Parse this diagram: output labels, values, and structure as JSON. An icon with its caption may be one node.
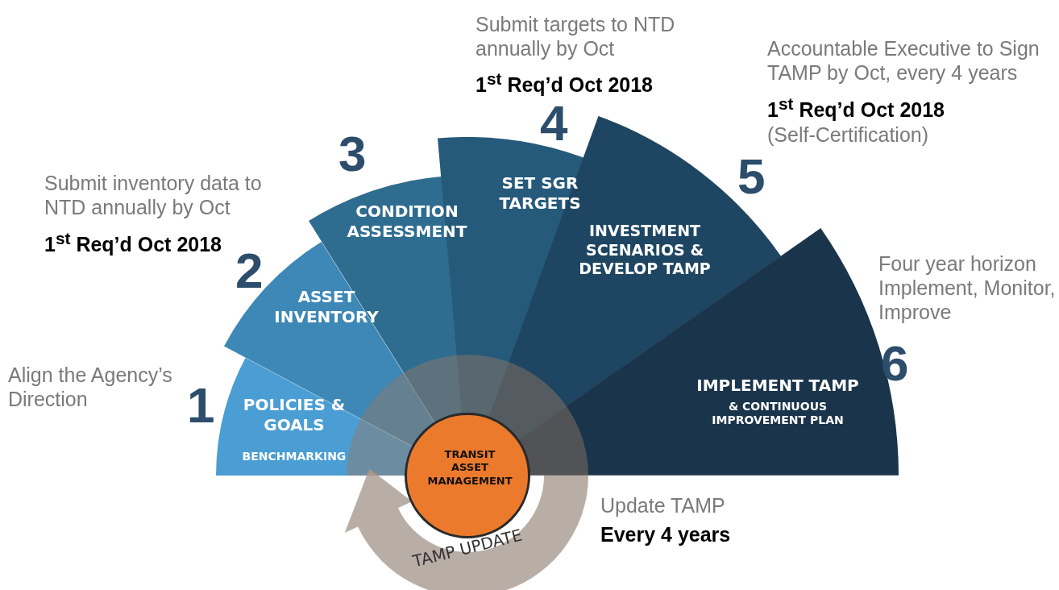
{
  "diagram": {
    "nodes": [
      {
        "text": [
          "POLICIES & GOALS",
          "BENCHMARKING"
        ],
        "beside": [
          "1",
          "Align the Agency’s Direction"
        ]
      },
      {
        "text": [
          "ASSET INVENTORY"
        ],
        "beside": [
          "2",
          "Submit inventory data to NTD annually by Oct",
          "1$^{st}$ Req’d  Oct 2018"
        ]
      },
      {
        "text": [
          "CONDITION ASSESSMENT"
        ],
        "beside": [
          "3"
        ]
      },
      {
        "text": [
          "SET SGR TARGETS"
        ],
        "beside": [
          "4",
          "Submit targets to NTD annually by Oct",
          "1$^{st}$ Req’d  Oct 2018"
        ]
      },
      {
        "text": [
          "INVESTMENT SCENARIOS & DEVELOP TAMP"
        ],
        "beside": [
          "5",
          "Accountable Executive to Sign TAMP by Oct, every 4 years",
          "1$^{st}$ Req’d  Oct 2018",
          "(Self-Certification)"
        ]
      },
      {
        "text": [
          "IMPLEMENT TAMP",
          "& CONTINUOUS IMPROVEMENT PLAN"
        ],
        "beside": [
          "6",
          "Four year horizon Implement, Monitor, Improve"
        ]
      },
      {
        "text": [
          "TRANSIT ASSET MANAGEMENT"
        ]
      },
      {
        "text": [
          "TAMP UPDATE"
        ],
        "beside": [
          "Update TAMP",
          "Every 4 years"
        ]
      },
      {
        "text": [],
        "shape": "ring"
      }
    ]
  }
}
